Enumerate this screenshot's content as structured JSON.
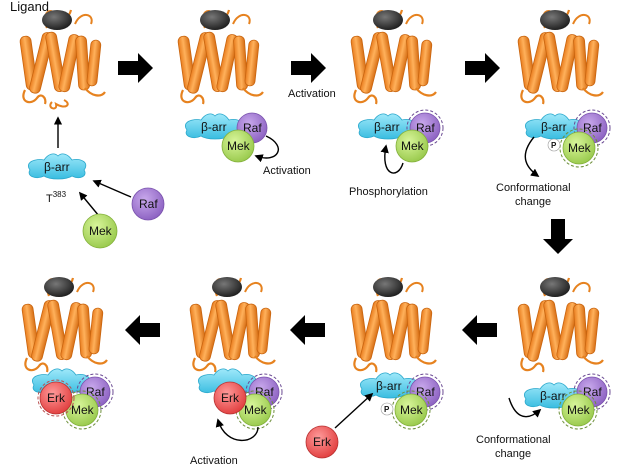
{
  "labels": {
    "ligand": "Ligand",
    "t383_main": "T",
    "t383_sup": "383",
    "activation_p2_top": "Activation",
    "activation_p2_bottom": "Activation",
    "phosphorylation": "Phosphorylation",
    "conformational_p4_line1": "Conformational",
    "conformational_p4_line2": "change",
    "conformational_p5_line1": "Conformational",
    "conformational_p5_line2": "change",
    "activation_p7": "Activation"
  },
  "proteins": {
    "beta_arr": "β-arr",
    "raf": "Raf",
    "mek": "Mek",
    "erk": "Erk",
    "p": "P"
  },
  "colors": {
    "receptor": "#f39a3c",
    "receptor_dark": "#d8761a",
    "ligand": "#3a3a3a",
    "beta_arr": "#5fd1ec",
    "raf": "#a57fd0",
    "mek": "#b4e06a",
    "erk": "#ef5a5a",
    "arrow": "#000000"
  },
  "icons": {
    "ligand": "dark-ellipse",
    "process_arrow": "block-arrow"
  }
}
